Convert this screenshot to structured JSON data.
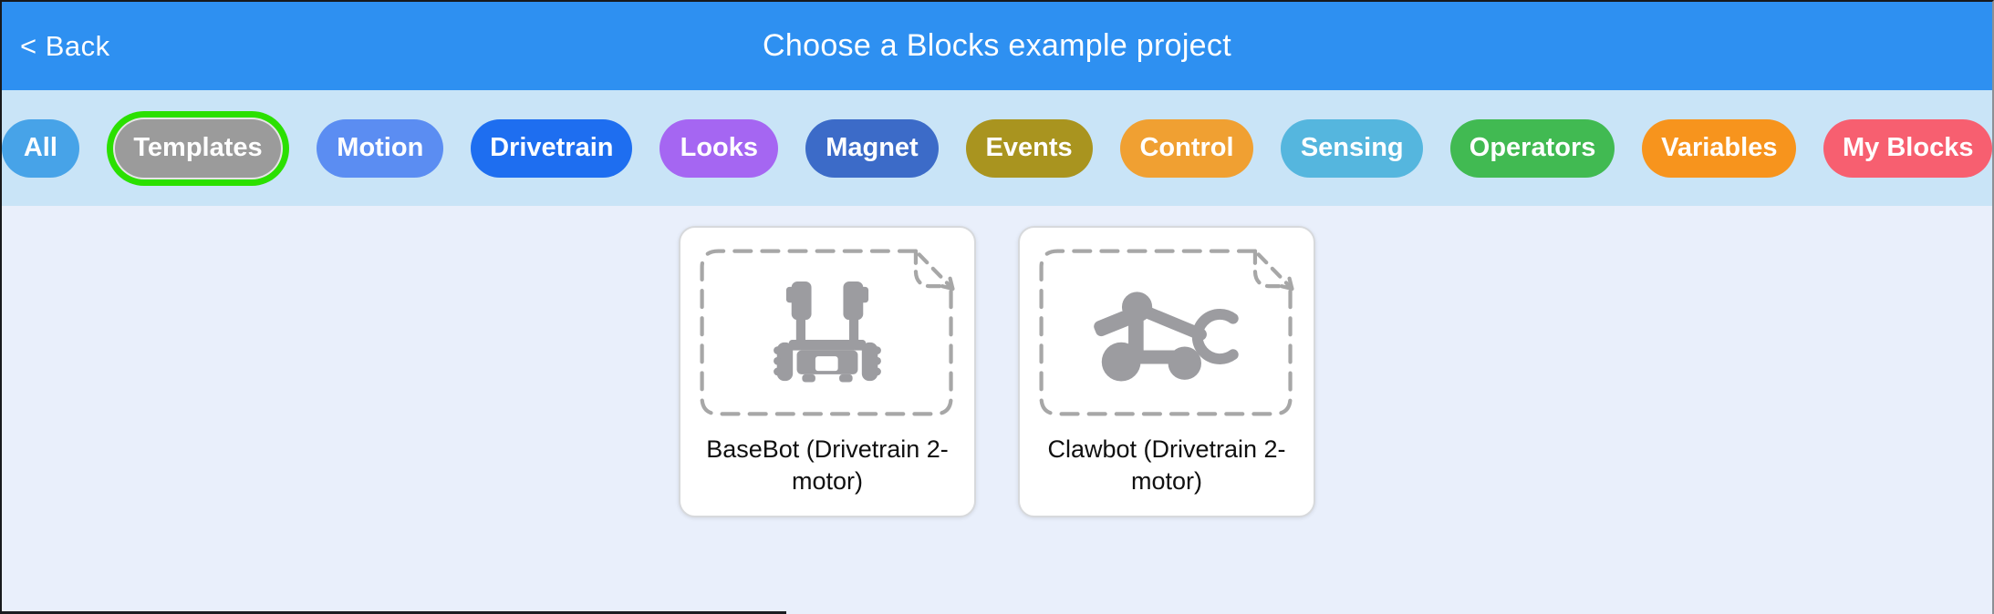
{
  "header": {
    "back_label": "< Back",
    "title": "Choose a Blocks example project",
    "bg_color": "#2e90f1"
  },
  "filter_bar": {
    "bg_color": "#c9e4f7",
    "selected_ring_color": "#2be000",
    "items": [
      {
        "label": "All",
        "color": "#47a3e8",
        "selected": false
      },
      {
        "label": "Templates",
        "color": "#9b9b9b",
        "selected": true
      },
      {
        "label": "Motion",
        "color": "#5b8df2",
        "selected": false
      },
      {
        "label": "Drivetrain",
        "color": "#1e6ef0",
        "selected": false
      },
      {
        "label": "Looks",
        "color": "#a566f2",
        "selected": false
      },
      {
        "label": "Magnet",
        "color": "#3c6bc8",
        "selected": false
      },
      {
        "label": "Events",
        "color": "#a9941f",
        "selected": false
      },
      {
        "label": "Control",
        "color": "#f0a032",
        "selected": false
      },
      {
        "label": "Sensing",
        "color": "#55b6de",
        "selected": false
      },
      {
        "label": "Operators",
        "color": "#41ba52",
        "selected": false
      },
      {
        "label": "Variables",
        "color": "#f7941d",
        "selected": false
      },
      {
        "label": "My Blocks",
        "color": "#f75f70",
        "selected": false
      }
    ]
  },
  "projects": {
    "cards": [
      {
        "label": "BaseBot (Drivetrain 2-motor)",
        "icon": "basebot-robot-icon"
      },
      {
        "label": "Clawbot (Drivetrain 2-motor)",
        "icon": "clawbot-robot-icon"
      }
    ],
    "icon_color": "#9c9ca0",
    "frame_color": "#a7a7a7"
  }
}
